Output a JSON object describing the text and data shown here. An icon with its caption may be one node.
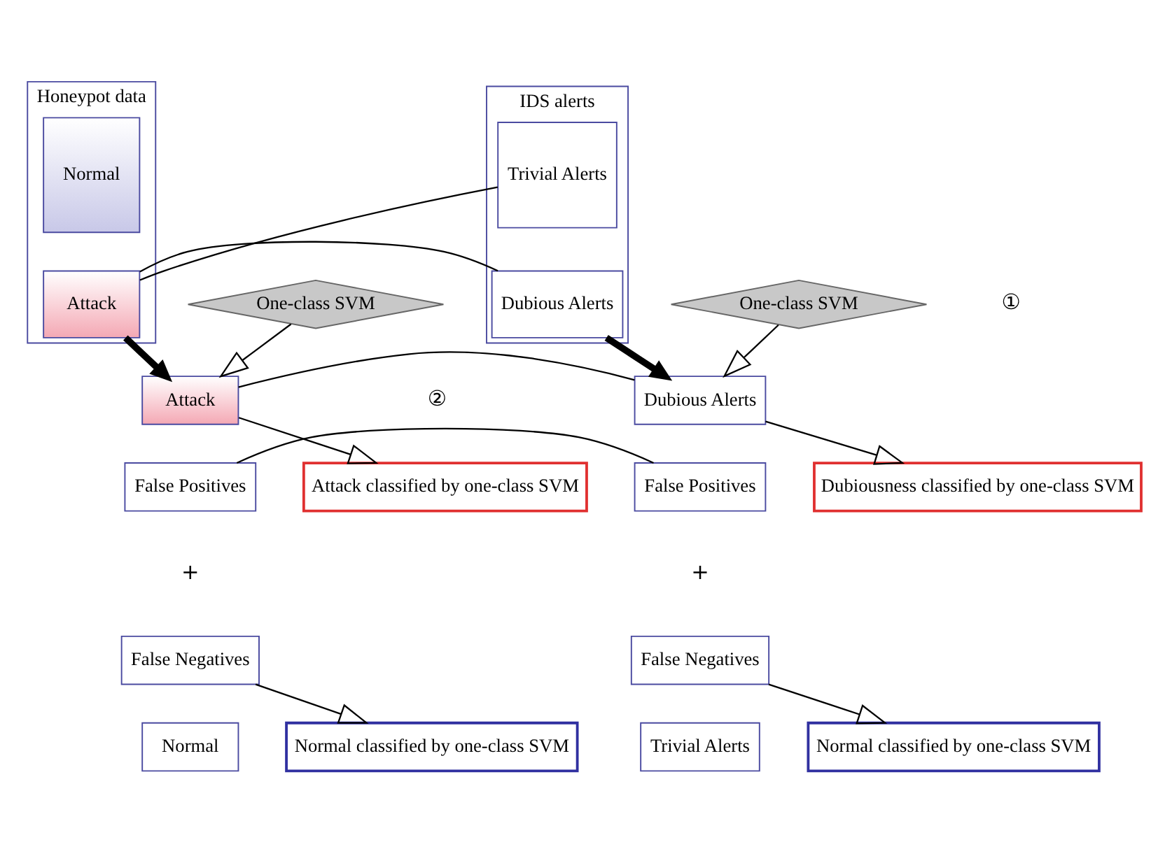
{
  "diagram": {
    "nodes": [
      {
        "text": [
          "Honeypot data"
        ]
      },
      {
        "text": [
          "Normal"
        ],
        "in": 0
      },
      {
        "text": [
          "Attack"
        ],
        "in": 0
      },
      {
        "text": [
          "IDS alerts"
        ]
      },
      {
        "text": [
          "Trivial Alerts"
        ],
        "in": 3
      },
      {
        "text": [
          "Dubious Alerts"
        ],
        "in": 3
      },
      {
        "text": [
          "One-class SVM"
        ]
      },
      {
        "text": [
          "One-class SVM"
        ]
      },
      {
        "text": [
          "Attack"
        ]
      },
      {
        "text": [
          "False Positives"
        ]
      },
      {
        "text": [
          "Dubious Alerts"
        ]
      },
      {
        "text": [
          "False Positives"
        ]
      },
      {
        "text": [
          "False Negatives"
        ]
      },
      {
        "text": [
          "Normal"
        ]
      },
      {
        "text": [
          "False Negatives"
        ]
      },
      {
        "text": [
          "Trivial Alerts"
        ]
      },
      {
        "text": [
          "Attack classified by one-class SVM"
        ]
      },
      {
        "text": [
          "Dubiousness classified by one-class SVM"
        ]
      },
      {
        "text": [
          "Normal classified by one-class SVM"
        ]
      },
      {
        "text": [
          "Normal classified by one-class SVM"
        ]
      }
    ],
    "edges": [
      {
        "from": 2,
        "to": 4,
        "arrow": "none"
      },
      {
        "from": 2,
        "to": 5,
        "arrow": "none"
      },
      {
        "from": 2,
        "to": 8,
        "arrow": "to",
        "style": "thick"
      },
      {
        "from": 5,
        "to": 10,
        "arrow": "to",
        "style": "thick"
      },
      {
        "from": 6,
        "to": 8,
        "arrow": "to"
      },
      {
        "from": 7,
        "to": 10,
        "arrow": "to"
      },
      {
        "from": 8,
        "to": 10,
        "arrow": "none"
      },
      {
        "from": 9,
        "to": 11,
        "arrow": "none"
      },
      {
        "from": 8,
        "to": 16,
        "arrow": "to"
      },
      {
        "from": 10,
        "to": 17,
        "arrow": "to"
      },
      {
        "from": 12,
        "to": 18,
        "arrow": "to"
      },
      {
        "from": 14,
        "to": 19,
        "arrow": "to"
      }
    ],
    "labels": [
      "①",
      "②",
      "+",
      "+"
    ]
  }
}
